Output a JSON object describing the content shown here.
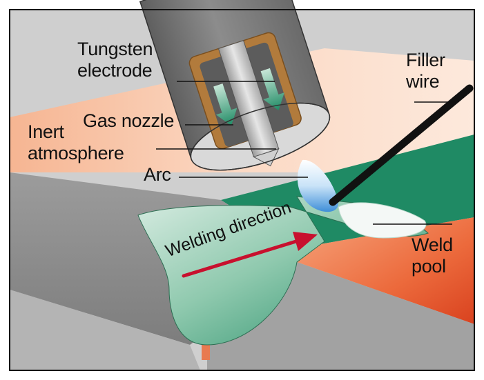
{
  "labels": {
    "tungsten_line1": "Tungsten",
    "tungsten_line2": "electrode",
    "gas_nozzle": "Gas nozzle",
    "inert_line1": "Inert",
    "inert_line2": "atmosphere",
    "arc": "Arc",
    "filler_line1": "Filler",
    "filler_line2": "wire",
    "weld_line1": "Weld",
    "weld_line2": "pool",
    "welding_direction": "Welding direction"
  },
  "colors": {
    "gas_region": "#f7c4a6",
    "weld_metal": "#1f8a64",
    "workpiece_gray": "#8f8f8f",
    "heated_orange": "#e8562b",
    "direction_arrow": "#c8102e",
    "nozzle_body": "#6f6f6f",
    "electrode_gray": "#b5b5b5",
    "arc_blue": "#6fb0e8"
  }
}
